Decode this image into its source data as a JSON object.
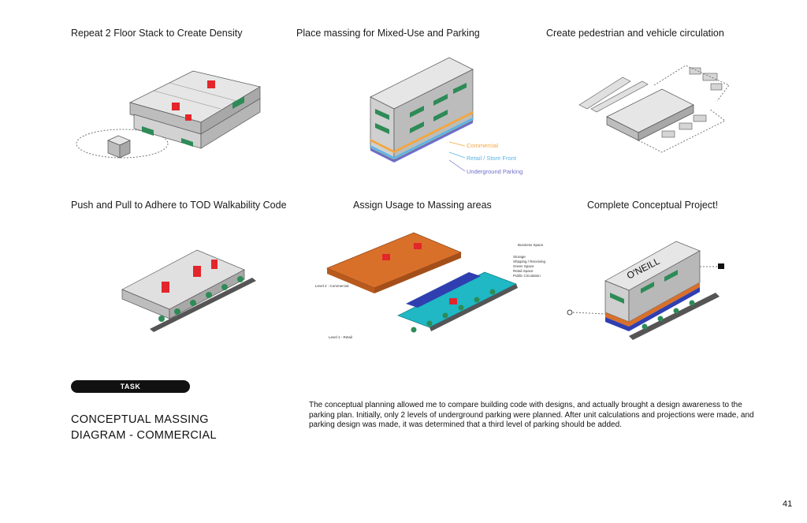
{
  "steps": [
    {
      "title": "Repeat 2 Floor Stack to Create Density"
    },
    {
      "title": "Place massing for Mixed-Use and Parking"
    },
    {
      "title": "Create pedestrian and vehicle circulation"
    },
    {
      "title": "Push and Pull to Adhere to TOD Walkability Code"
    },
    {
      "title": "Assign Usage to Massing areas"
    },
    {
      "title": "Complete Conceptual Project!"
    }
  ],
  "massing_legend": {
    "commercial": "Commercial",
    "retail": "Retail / Store Front",
    "parking": "Underground Parking"
  },
  "usage_labels": {
    "business": "Business Space",
    "storage": "Storage",
    "shipping": "Shipping / Receiving",
    "green": "Green Space",
    "retail": "Retail Space",
    "public": "Public Circulation",
    "level2": "Level 2 - Commercial",
    "level1": "Level 1 - Retail"
  },
  "sign_text": "O'NEILL",
  "task": {
    "badge": "TASK"
  },
  "heading": {
    "line1": "CONCEPTUAL MASSING",
    "line2": "DIAGRAM - COMMERCIAL"
  },
  "description": "The conceptual planning allowed me to compare building code with designs, and actually brought a design awareness to the parking plan.  Initially, only 2 levels of underground parking were planned.  After unit calculations and projections were made, and parking design was made, it was determined that a third level of parking should be added.",
  "page_number": "41",
  "colors": {
    "commercial": "#f4a63a",
    "retail": "#5ab4e6",
    "parking": "#6f6fc9",
    "green": "#2e8b57",
    "red": "#e3262b",
    "orange_mass": "#d9702a",
    "teal_retail": "#1fb8c4",
    "blue_parking": "#2f3fb0",
    "gray_mass": "#cfcfcf",
    "road": "#555555"
  }
}
